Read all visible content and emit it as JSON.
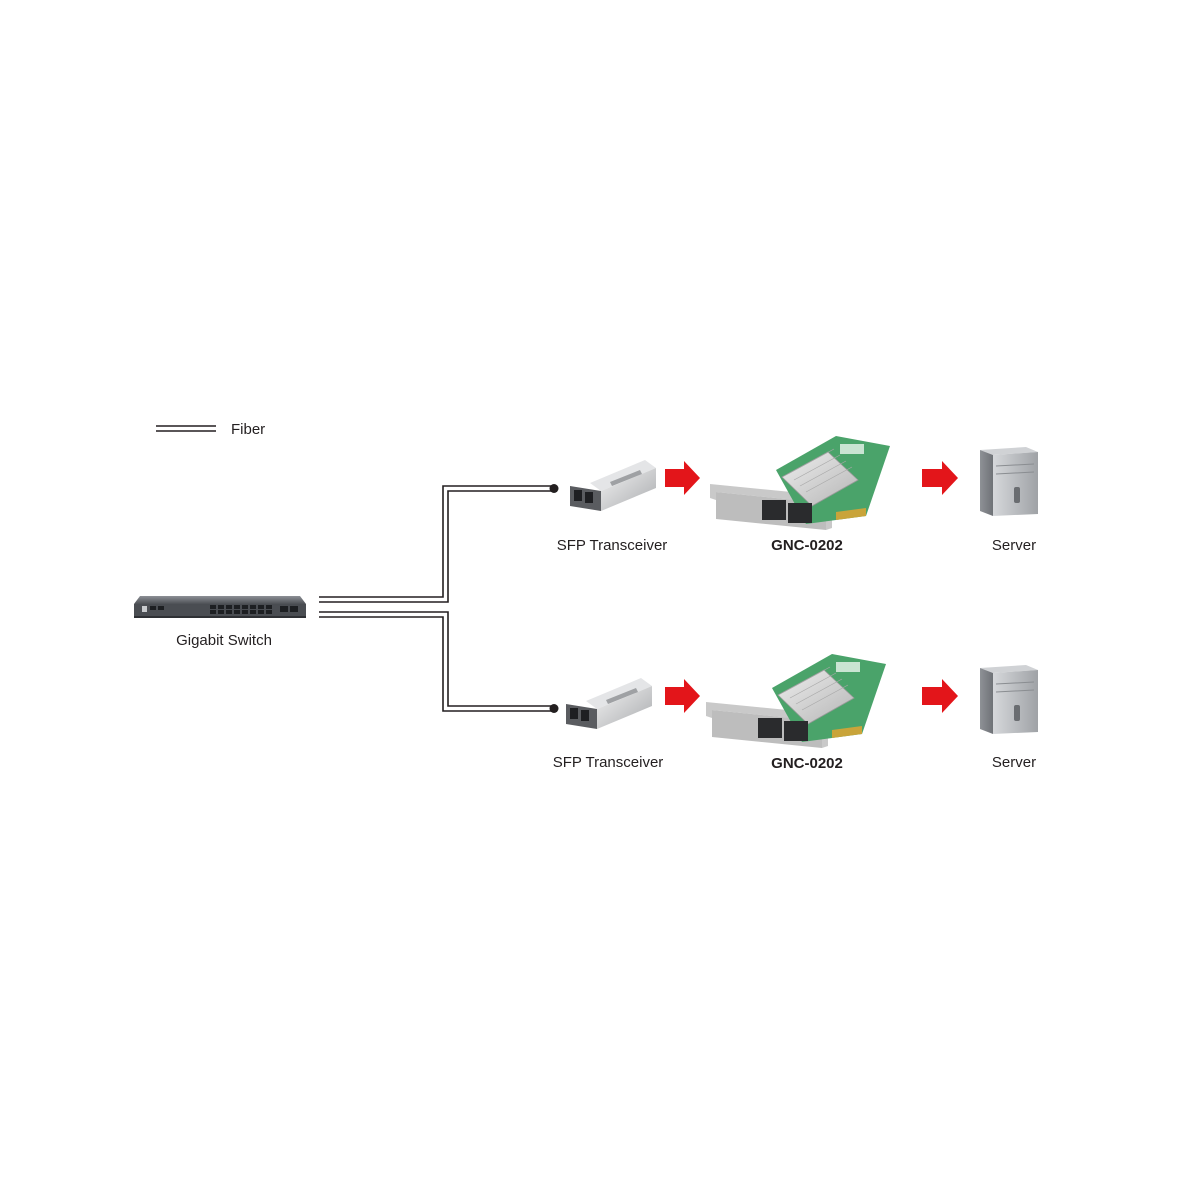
{
  "legend": {
    "line_label": "Fiber"
  },
  "switch": {
    "label": "Gigabit Switch"
  },
  "branches": [
    {
      "transceiver_label": "SFP Transceiver",
      "card_label": "GNC-0202",
      "server_label": "Server"
    },
    {
      "transceiver_label": "SFP Transceiver",
      "card_label": "GNC-0202",
      "server_label": "Server"
    }
  ],
  "colors": {
    "fiber_line": "#231f20",
    "arrow": "#e3151a",
    "pcb": "#4aa36a",
    "bracket": "#c8c8c8",
    "heatsink": "#d9d9d9",
    "server_body": "#b9bcc0",
    "switch_body": "#5a5d62",
    "text": "#231f20"
  },
  "icons": [
    "switch-icon",
    "sfp-transceiver-icon",
    "arrow-right-icon",
    "nic-card-icon",
    "server-icon"
  ]
}
